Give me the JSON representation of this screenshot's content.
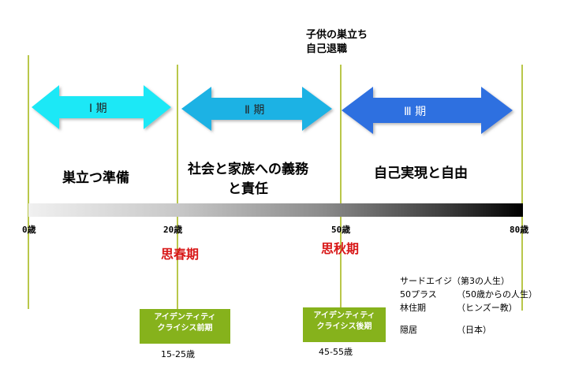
{
  "top_note": {
    "line1": "子供の巣立ち",
    "line2": "自己退職"
  },
  "periods": [
    {
      "label": "Ⅰ 期",
      "color": "#1ee8f6"
    },
    {
      "label": "Ⅱ 期",
      "color": "#1ab2e4"
    },
    {
      "label": "Ⅲ 期",
      "color": "#2f6fe0"
    }
  ],
  "stage_labels": {
    "stage1": "巣立つ準備",
    "stage2_line1": "社会と家族への義務",
    "stage2_line2": "と責任",
    "stage3": "自己実現と自由"
  },
  "ages": {
    "a0": "0歳",
    "a20": "20歳",
    "a50": "50歳",
    "a80": "80歳"
  },
  "red_labels": {
    "puberty": "思春期",
    "autumn": "思秋期"
  },
  "identity_boxes": [
    {
      "line1": "アイデンティティ",
      "line2": "クライシス前期",
      "range": "15-25歳"
    },
    {
      "line1": "アイデンティティ",
      "line2": "クライシス後期",
      "range": "45-55歳"
    }
  ],
  "third_age": [
    {
      "term": "サードエイジ",
      "note": "（第3の人生）"
    },
    {
      "term": "50プラス",
      "note": "（50歳からの人生）"
    },
    {
      "term": "林住期",
      "note": "（ヒンズー教）"
    },
    {
      "term": "隠居",
      "note": "（日本）"
    }
  ]
}
